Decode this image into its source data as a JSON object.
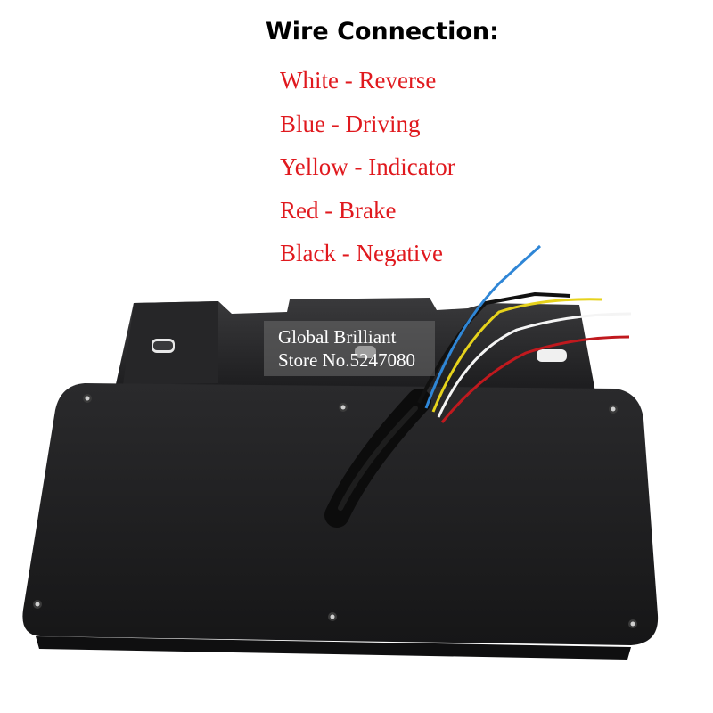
{
  "heading": "Wire Connection:",
  "wires": [
    {
      "label": "White - Reverse"
    },
    {
      "label": "Blue - Driving"
    },
    {
      "label": "Yellow - Indicator"
    },
    {
      "label": "Red - Brake"
    },
    {
      "label": "Black - Negative"
    }
  ],
  "watermark": {
    "line1": "Global Brilliant",
    "line2": "Store No.5247080"
  },
  "colors": {
    "legend_text": "#e0191e",
    "heading_text": "#000000",
    "housing": "#1c1c1e",
    "wire_white": "#f4f4f4",
    "wire_blue": "#2f86d6",
    "wire_yellow": "#e6d21c",
    "wire_red": "#c0191e",
    "wire_black": "#111111"
  }
}
